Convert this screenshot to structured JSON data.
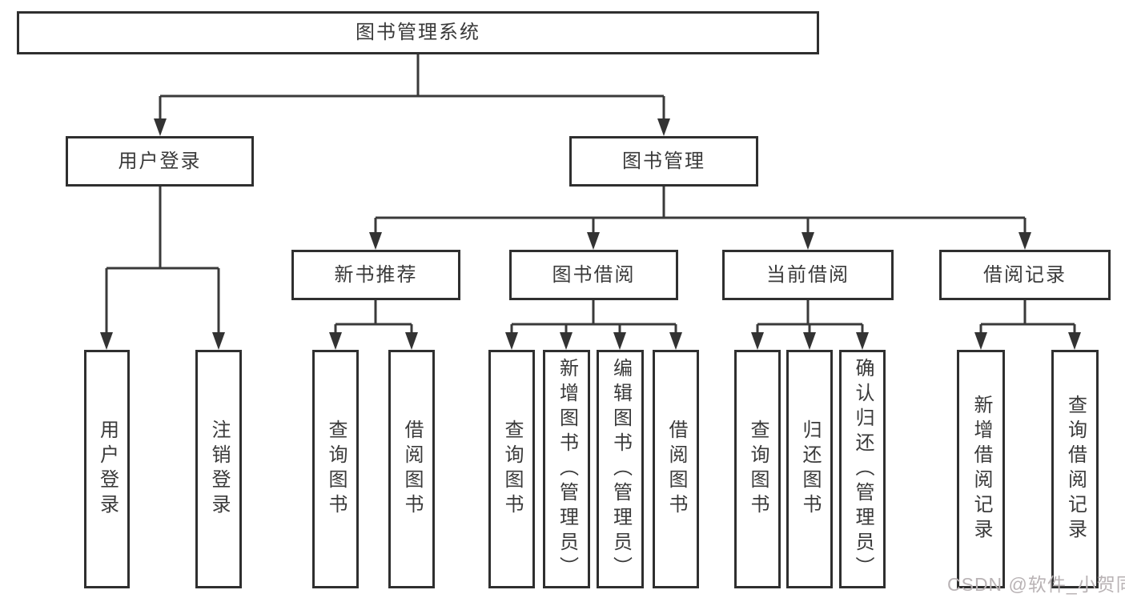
{
  "diagram": {
    "title": "图书管理系统",
    "watermark": "CSDN @软件_小贺同学",
    "colors": {
      "line": "#3a3a3a",
      "box_border": "#2f2f2f",
      "text": "#3a3a3a",
      "background": "#ffffff",
      "watermark": "#b9b3b5"
    },
    "nodes": {
      "root": {
        "label": "图书管理系统"
      },
      "login": {
        "label": "用户登录"
      },
      "mgmt": {
        "label": "图书管理"
      },
      "user_login": {
        "label": "用户登录"
      },
      "logout": {
        "label": "注销登录"
      },
      "recommend": {
        "label": "新书推荐"
      },
      "borrow": {
        "label": "图书借阅"
      },
      "current": {
        "label": "当前借阅"
      },
      "records": {
        "label": "借阅记录"
      },
      "rec_query": {
        "label": "查询图书"
      },
      "rec_borrow": {
        "label": "借阅图书"
      },
      "bor_query": {
        "label": "查询图书"
      },
      "bor_add": {
        "label": "新增图书（管理员）"
      },
      "bor_edit": {
        "label": "编辑图书（管理员）"
      },
      "bor_lend": {
        "label": "借阅图书"
      },
      "cur_query": {
        "label": "查询图书"
      },
      "cur_return": {
        "label": "归还图书"
      },
      "cur_confirm": {
        "label": "确认归还（管理员）"
      },
      "rcd_add": {
        "label": "新增借阅记录"
      },
      "rcd_query": {
        "label": "查询借阅记录"
      }
    },
    "hierarchy": [
      {
        "from": "图书管理系统",
        "to": [
          "用户登录",
          "图书管理"
        ]
      },
      {
        "from": "用户登录",
        "to": [
          "用户登录",
          "注销登录"
        ]
      },
      {
        "from": "图书管理",
        "to": [
          "新书推荐",
          "图书借阅",
          "当前借阅",
          "借阅记录"
        ]
      },
      {
        "from": "新书推荐",
        "to": [
          "查询图书",
          "借阅图书"
        ]
      },
      {
        "from": "图书借阅",
        "to": [
          "查询图书",
          "新增图书（管理员）",
          "编辑图书（管理员）",
          "借阅图书"
        ]
      },
      {
        "from": "当前借阅",
        "to": [
          "查询图书",
          "归还图书",
          "确认归还（管理员）"
        ]
      },
      {
        "from": "借阅记录",
        "to": [
          "新增借阅记录",
          "查询借阅记录"
        ]
      }
    ]
  }
}
